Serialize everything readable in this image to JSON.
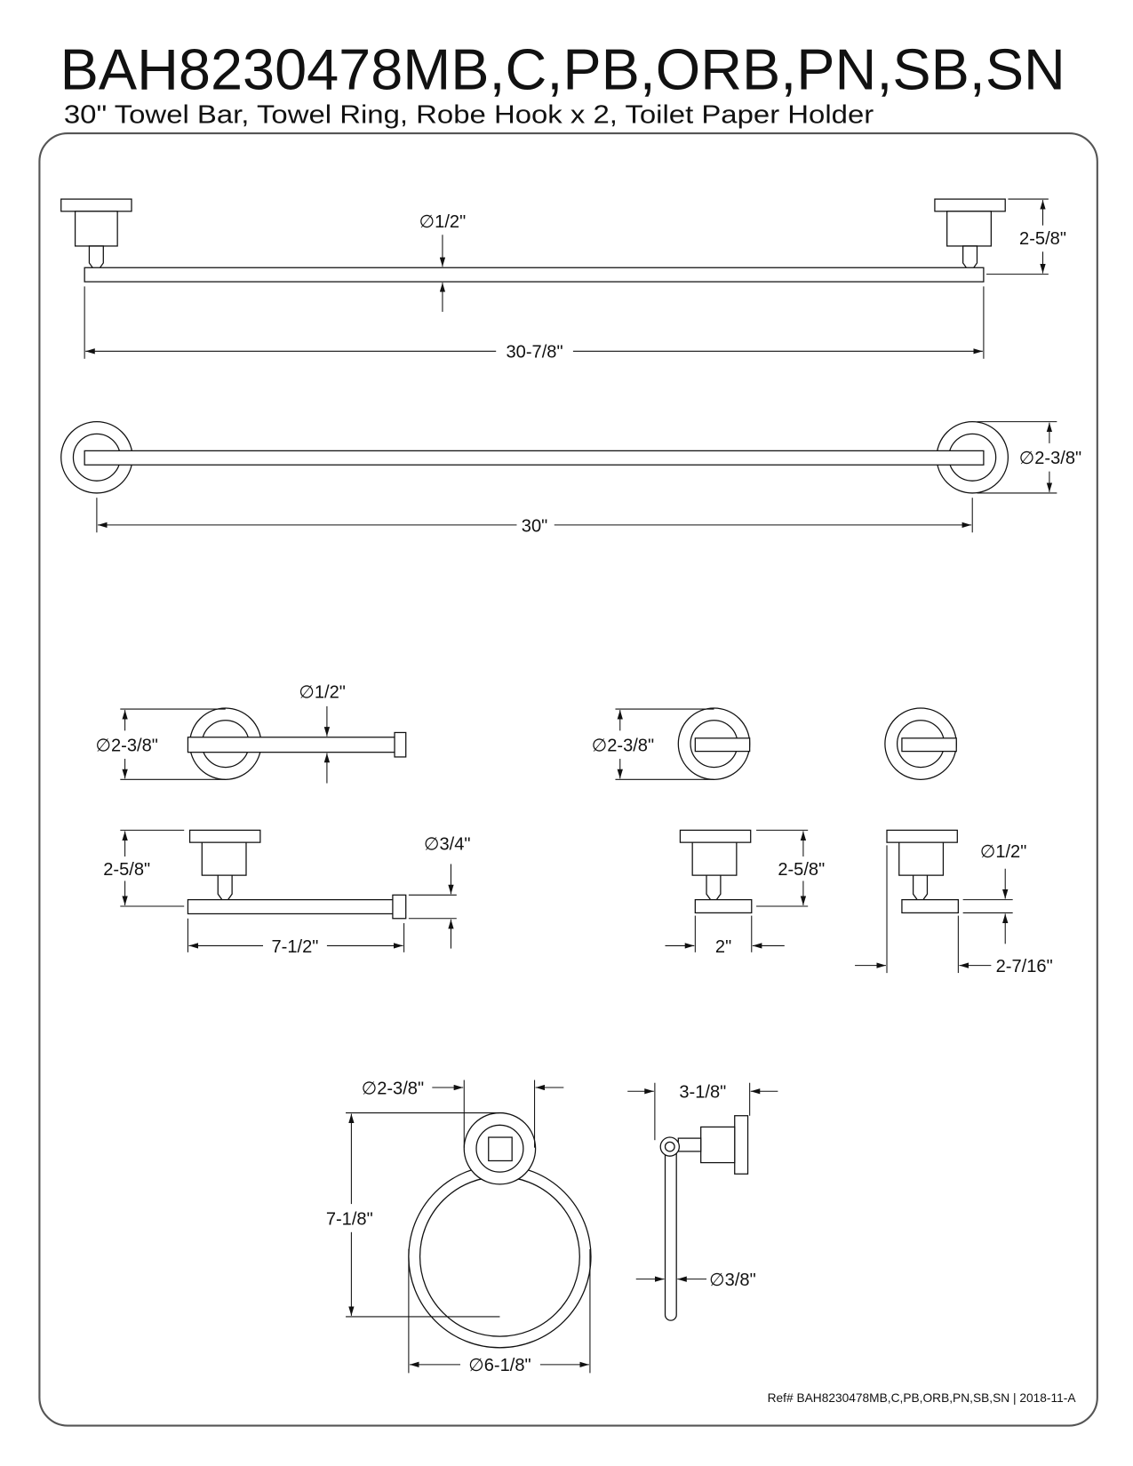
{
  "title": "BAH8230478MB,C,PB,ORB,PN,SB,SN",
  "subtitle": "30\" Towel Bar, Towel Ring, Robe Hook x 2, Toilet Paper Holder",
  "footer": "Ref# BAH8230478MB,C,PB,ORB,PN,SB,SN | 2018-11-A",
  "towel_bar": {
    "bar_diameter": "∅1/2\"",
    "projection": "2-5/8\"",
    "overall_length": "30-7/8\"",
    "flange_diameter": "∅2-3/8\"",
    "center_length": "30\""
  },
  "toilet_paper_holder": {
    "flange_diameter": "∅2-3/8\"",
    "bar_diameter": "∅1/2\"",
    "projection": "2-5/8\"",
    "cap_diameter": "∅3/4\"",
    "length": "7-1/2\""
  },
  "robe_hook": {
    "flange_diameter": "∅2-3/8\"",
    "projection": "2-5/8\"",
    "width": "2\"",
    "hook_diameter": "∅1/2\"",
    "depth": "2-7/16\""
  },
  "towel_ring": {
    "flange_diameter": "∅2-3/8\"",
    "height": "7-1/8\"",
    "ring_diameter": "∅6-1/8\"",
    "projection": "3-1/8\"",
    "rod_diameter": "∅3/8\""
  }
}
